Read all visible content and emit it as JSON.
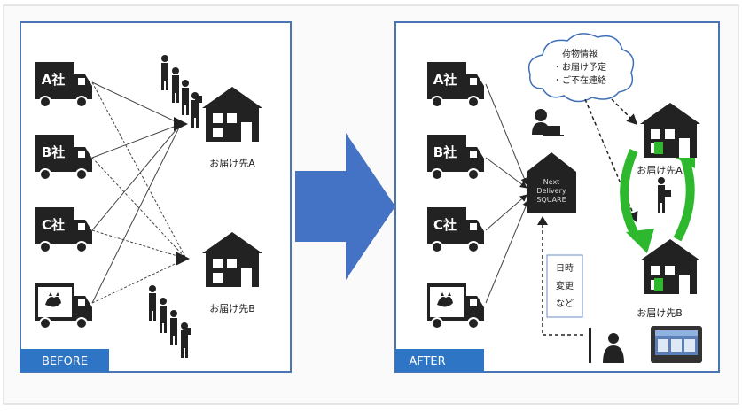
{
  "before": {
    "label": "BEFORE",
    "trucks": [
      "A社",
      "B社",
      "C社"
    ],
    "dest_a": "お届け先A",
    "dest_b": "お届け先B"
  },
  "after": {
    "label": "AFTER",
    "trucks": [
      "A社",
      "B社",
      "C社"
    ],
    "hub": [
      "Next",
      "Delivery",
      "SQUARE"
    ],
    "cloud": [
      "荷物情報",
      "・お届け予定",
      "・ご不在連絡"
    ],
    "note": [
      "日時",
      "変更",
      "など"
    ],
    "dest_a": "お届け先A",
    "dest_b": "お届け先B"
  },
  "colors": {
    "frame": "#4a74b4",
    "label_bg": "#2e75c6",
    "arrow": "#4472c4",
    "cycle": "#2eb82e",
    "cloud_stroke": "#3f6fb8"
  }
}
